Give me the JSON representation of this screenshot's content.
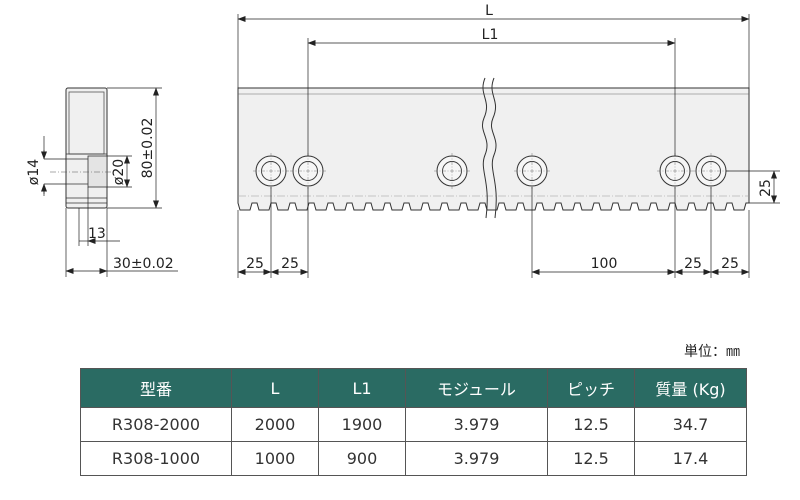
{
  "drawing": {
    "dimensions": {
      "total_length": "L",
      "hole_span": "L1",
      "height": "80±0.02",
      "width": "30±0.02",
      "offset_13": "13",
      "hole_dia_small": "ø14",
      "hole_dia_large": "ø20",
      "tooth_offset": "25",
      "left_25_a": "25",
      "left_25_b": "25",
      "center_100": "100",
      "right_25_a": "25",
      "right_25_b": "25"
    }
  },
  "table": {
    "unit_note": "単位：㎜",
    "headers": [
      "型番",
      "L",
      "L1",
      "モジュール",
      "ピッチ",
      "質量 (Kg)"
    ],
    "rows": [
      [
        "R308-2000",
        "2000",
        "1900",
        "3.979",
        "12.5",
        "34.7"
      ],
      [
        "R308-1000",
        "1000",
        "900",
        "3.979",
        "12.5",
        "17.4"
      ]
    ]
  },
  "colors": {
    "header_bg": "#2a6b63",
    "part_fill": "#f0f0f0",
    "line": "#333333"
  }
}
